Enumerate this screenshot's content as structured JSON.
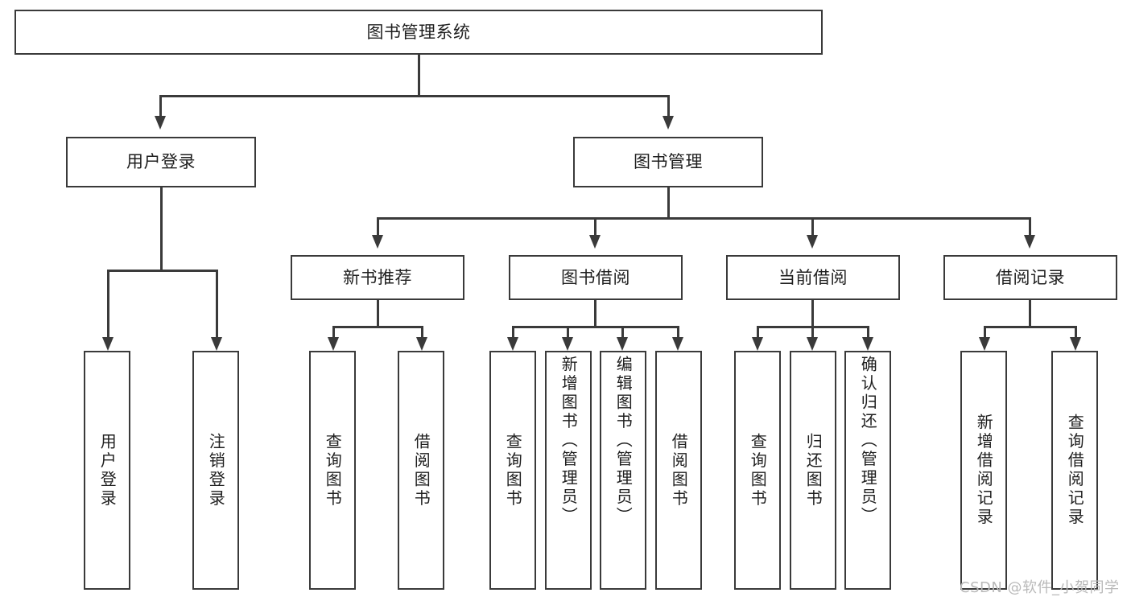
{
  "diagram": {
    "type": "tree-hierarchy",
    "title": "图书管理系统",
    "root": {
      "id": "root",
      "label": "图书管理系统"
    },
    "level1": [
      {
        "id": "user-login",
        "label": "用户登录"
      },
      {
        "id": "book-manage",
        "label": "图书管理"
      }
    ],
    "level2": [
      {
        "id": "new-book-rec",
        "label": "新书推荐",
        "parent": "book-manage"
      },
      {
        "id": "book-borrow",
        "label": "图书借阅",
        "parent": "book-manage"
      },
      {
        "id": "current-borrow",
        "label": "当前借阅",
        "parent": "book-manage"
      },
      {
        "id": "borrow-record",
        "label": "借阅记录",
        "parent": "book-manage"
      }
    ],
    "leaves": {
      "user_login": [
        {
          "id": "leaf-user-login",
          "label": "用户登录"
        },
        {
          "id": "leaf-logout",
          "label": "注销登录"
        }
      ],
      "new_book_rec": [
        {
          "id": "leaf-query-book-1",
          "label": "查询图书"
        },
        {
          "id": "leaf-borrow-book-1",
          "label": "借阅图书"
        }
      ],
      "book_borrow": [
        {
          "id": "leaf-query-book-2",
          "label": "查询图书"
        },
        {
          "id": "leaf-add-book",
          "label": "新增图书（管理员）"
        },
        {
          "id": "leaf-edit-book",
          "label": "编辑图书（管理员）"
        },
        {
          "id": "leaf-borrow-book-2",
          "label": "借阅图书"
        }
      ],
      "current_borrow": [
        {
          "id": "leaf-query-book-3",
          "label": "查询图书"
        },
        {
          "id": "leaf-return-book",
          "label": "归还图书"
        },
        {
          "id": "leaf-confirm-return",
          "label": "确认归还（管理员）"
        }
      ],
      "borrow_record": [
        {
          "id": "leaf-add-record",
          "label": "新增借阅记录"
        },
        {
          "id": "leaf-query-record",
          "label": "查询借阅记录"
        }
      ]
    }
  },
  "watermark": {
    "text": "CSDN @软件_小贺同学"
  },
  "colors": {
    "stroke": "#3a3a3a",
    "fill": "#ffffff",
    "text": "#1f1f1f",
    "watermark": "#b9b9b9"
  }
}
